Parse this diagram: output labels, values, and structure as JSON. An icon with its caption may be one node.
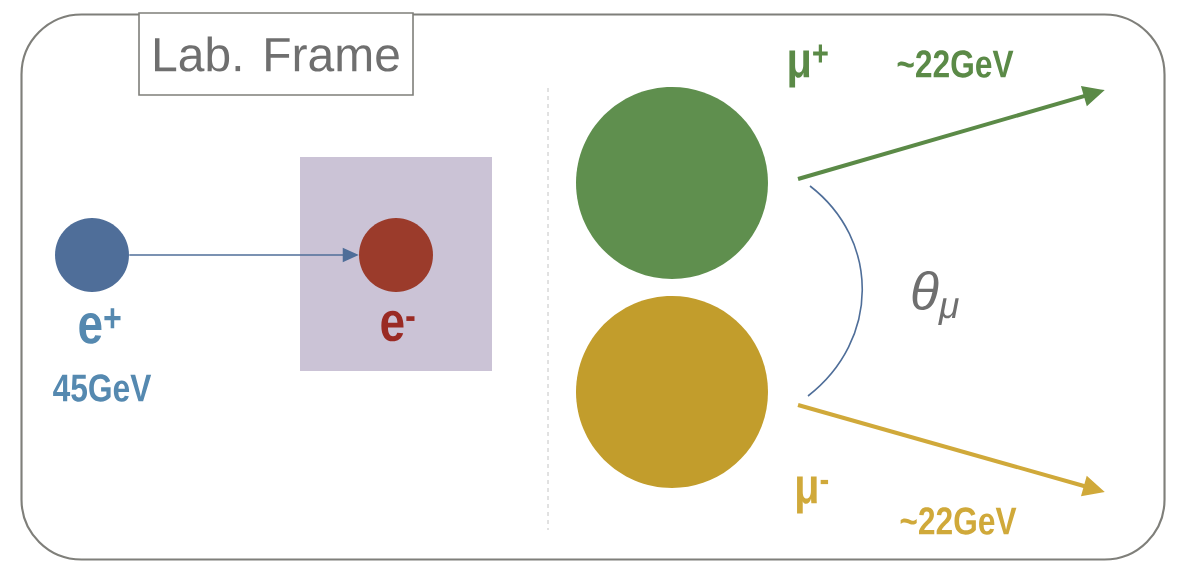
{
  "diagram": {
    "nodes": [
      {
        "text": [],
        "shape": "box"
      },
      {
        "text": [
          "Lab. Frame"
        ],
        "in": 0
      },
      {
        "text": [
          "e$^{+}$"
        ],
        "beside": [
          "45GeV"
        ],
        "in": 0
      },
      {
        "text": [],
        "shape": "box",
        "in": 0
      },
      {
        "text": [
          "e$^{-}$"
        ],
        "in": 3
      },
      {
        "text": [
          "μ$^{+}$"
        ],
        "beside": [
          "~22GeV"
        ],
        "in": 0
      },
      {
        "text": [
          "μ$^{-}$"
        ],
        "beside": [
          "~22GeV"
        ],
        "in": 0
      }
    ],
    "edges": [
      {
        "from": 2,
        "to": 4,
        "arrow": "to"
      },
      {
        "from": 5,
        "to": null,
        "arrow": "to",
        "color": "#5b8a47"
      },
      {
        "from": 6,
        "to": null,
        "arrow": "to",
        "color": "#d0a93a"
      }
    ],
    "labels": [
      "θ$_{μ}$"
    ]
  }
}
